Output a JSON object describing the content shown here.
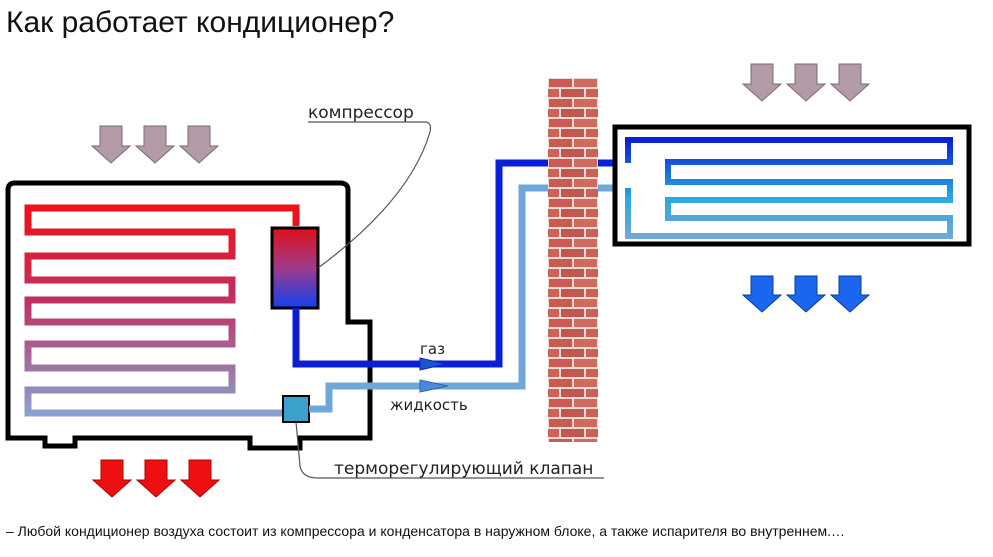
{
  "page": {
    "title": "Как работает кондиционер?",
    "caption": "– Любой кондиционер воздуха состоит из компрессора и конденсатора в наружном блоке, а также испарителя во внутреннем.…"
  },
  "diagram": {
    "labels": {
      "compressor": "компрессор",
      "gas": "газ",
      "liquid": "жидкость",
      "valve": "терморегулирующий клапан"
    },
    "colors": {
      "hot": "#e8101a",
      "cold": "#1a66ee",
      "gas_pipe": "#0a1fd6",
      "liquid_pipe": "#6fa8d8",
      "brick": "#c95b52",
      "air_in": "#b29aa6"
    }
  }
}
